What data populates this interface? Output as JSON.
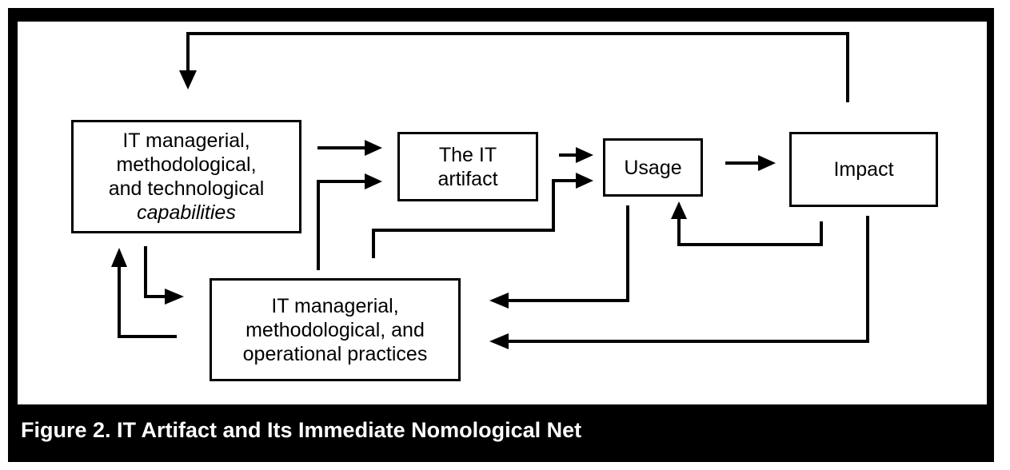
{
  "diagram": {
    "nodes": {
      "capabilities": {
        "lines": [
          "IT managerial,",
          "methodological,",
          "and technological"
        ],
        "italic_line": "capabilities"
      },
      "artifact": {
        "lines": [
          "The IT",
          "artifact"
        ]
      },
      "usage": {
        "lines": [
          "Usage"
        ]
      },
      "impact": {
        "lines": [
          "Impact"
        ]
      },
      "practices": {
        "lines": [
          "IT managerial,",
          "methodological, and",
          "operational practices"
        ]
      }
    },
    "edges": [
      {
        "from": "capabilities",
        "to": "artifact"
      },
      {
        "from": "practices",
        "to": "artifact"
      },
      {
        "from": "artifact",
        "to": "usage"
      },
      {
        "from": "practices",
        "to": "usage"
      },
      {
        "from": "usage",
        "to": "impact"
      },
      {
        "from": "impact",
        "to": "usage"
      },
      {
        "from": "impact",
        "to": "capabilities"
      },
      {
        "from": "capabilities",
        "to": "practices"
      },
      {
        "from": "practices",
        "to": "capabilities"
      },
      {
        "from": "usage",
        "to": "practices"
      },
      {
        "from": "impact",
        "to": "practices"
      }
    ]
  },
  "caption": {
    "text": "Figure 2.  IT Artifact and Its Immediate Nomological Net"
  },
  "colors": {
    "stroke": "#000000",
    "caption_bar": "#000000",
    "caption_text": "#ffffff",
    "background": "#ffffff"
  }
}
